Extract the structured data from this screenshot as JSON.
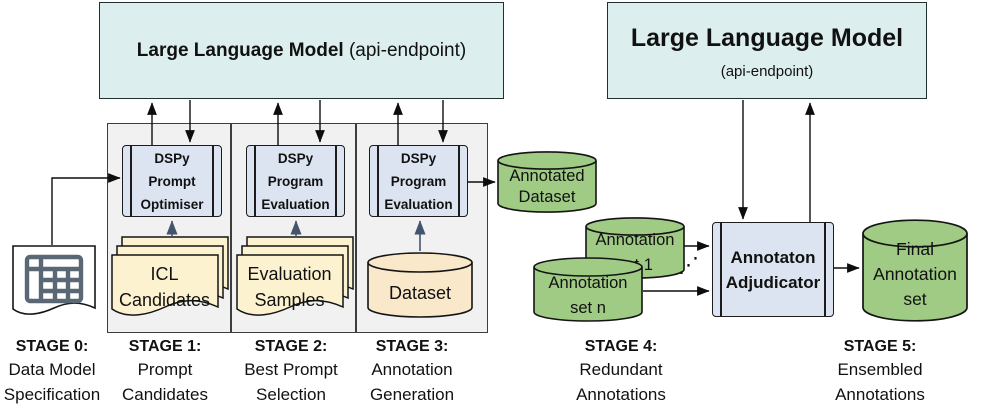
{
  "llm_left": {
    "title": "Large Language Model",
    "subtitle": " (api-endpoint)"
  },
  "llm_right": {
    "title": "Large Language Model",
    "subtitle": "(api-endpoint)"
  },
  "pipeline": {
    "dspy_boxes": [
      {
        "label": "DSPy\nPrompt\nOptimiser"
      },
      {
        "label": "DSPy\nProgram\nEvaluation"
      },
      {
        "label": "DSPy\nProgram\nEvaluation"
      }
    ],
    "doc_stacks": [
      {
        "label": "ICL\nCandidates"
      },
      {
        "label": "Evaluation\nSamples"
      }
    ],
    "dataset_label": "Dataset"
  },
  "right_section": {
    "annotated_dataset": "Annotated\nDataset",
    "annotation_set_1": "Annotation\nset 1",
    "annotation_set_n": "Annotation\nset n",
    "adjudicator": "Annotaton\nAdjudicator",
    "final_annotation": "Final\nAnnotation\nset",
    "ellipsis": "⋰"
  },
  "stages": [
    {
      "title": "STAGE 0:",
      "desc": "Data Model\nSpecification"
    },
    {
      "title": "STAGE 1:",
      "desc": "Prompt\nCandidates"
    },
    {
      "title": "STAGE 2:",
      "desc": "Best Prompt\nSelection"
    },
    {
      "title": "STAGE 3:",
      "desc": "Annotation\nGeneration"
    },
    {
      "title": "STAGE 4:",
      "desc": "Redundant\nAnnotations"
    },
    {
      "title": "STAGE 5:",
      "desc": "Ensembled\nAnnotations"
    }
  ],
  "colors": {
    "llm_fill": "#dcefee",
    "panel_fill": "#f1f1f2",
    "process_fill": "#dde4f1",
    "document_fill": "#fdf2cf",
    "dataset_fill": "#f9e8c9",
    "green_fill": "#a0cb84",
    "arrow_slate": "#44546a",
    "line_black": "#0d0d0d"
  }
}
